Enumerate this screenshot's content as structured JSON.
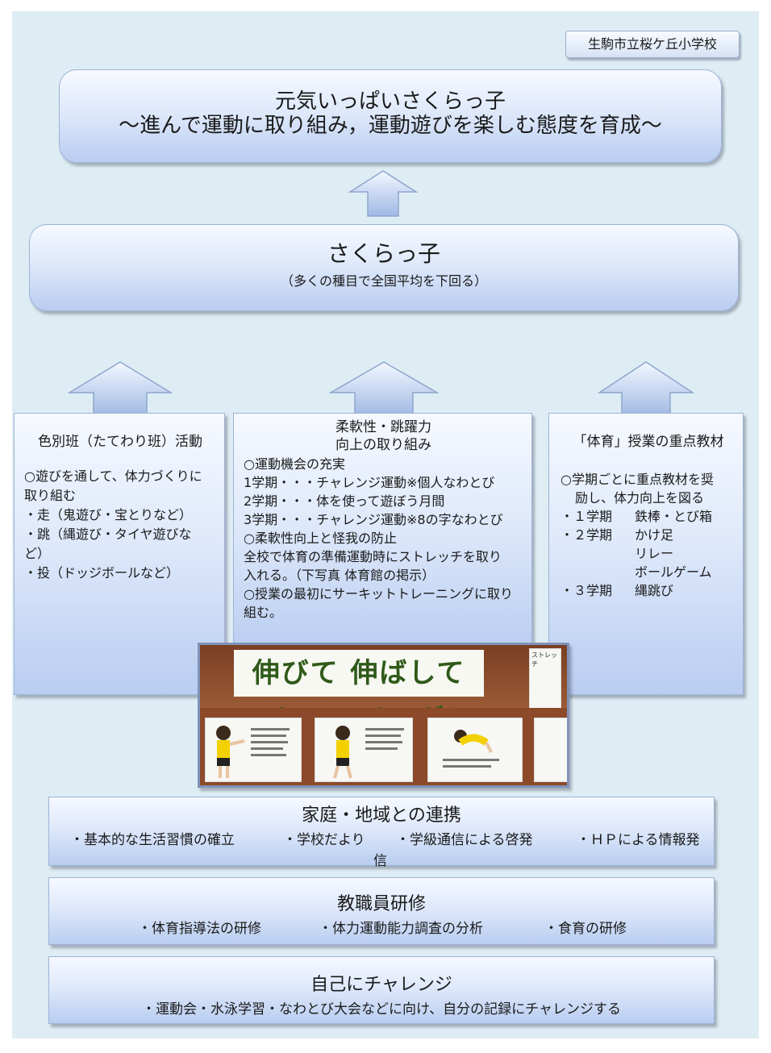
{
  "school_name": "生駒市立桜ケ丘小学校",
  "goal": {
    "title": "元気いっぱいさくらっ子",
    "subtitle": "～進んで運動に取り組み，運動遊びを楽しむ態度を育成～"
  },
  "sakurakko": {
    "title": "さくらっ子",
    "subtitle": "（多くの種目で全国平均を下回る）"
  },
  "left_column": {
    "title": "色別班（たてわり班）活動",
    "lines": [
      "○遊びを通して、体力づくりに",
      "取り組む",
      "・走（鬼遊び・宝とりなど）",
      "・跳（縄遊び・タイヤ遊びな",
      "ど）",
      "・投（ドッジボールなど）"
    ]
  },
  "middle_column": {
    "title_line1": "柔軟性・跳躍力",
    "title_line2": "向上の取り組み",
    "lines": [
      "○運動機会の充実",
      "1学期・・・チャレンジ運動※個人なわとび",
      "2学期・・・体を使って遊ぼう月間",
      "3学期・・・チャレンジ運動※8の字なわとび",
      "○柔軟性向上と怪我の防止",
      "全校で体育の準備運動時にストレッチを取り",
      "入れる。（下写真 体育館の掲示）",
      "○授業の最初にサーキットトレーニングに取り",
      "組む。"
    ]
  },
  "right_column": {
    "title": "「体育」授業の重点教材",
    "intro_line1": "○学期ごとに重点教材を奨",
    "intro_line2": "励し、体力向上を図る",
    "terms": [
      {
        "term": "・１学期",
        "items": [
          "鉄棒・とび箱"
        ]
      },
      {
        "term": "・２学期",
        "items": [
          "かけ足",
          "リレー",
          "ボールゲーム"
        ]
      },
      {
        "term": "・３学期",
        "items": [
          "縄跳び"
        ]
      }
    ]
  },
  "photo": {
    "banner_text": "伸びて 伸ばして ストレッチング！",
    "side_poster_text": "ストレッチ"
  },
  "home_community": {
    "title": "家庭・地域との連携",
    "items": [
      "・基本的な生活習慣の確立",
      "・学校だより",
      "・学級通信による啓発",
      "・ＨＰによる情報発"
    ],
    "overflow": "信"
  },
  "staff_training": {
    "title": "教職員研修",
    "items": [
      "・体育指導法の研修",
      "・体力運動能力調査の分析",
      "・食育の研修"
    ]
  },
  "self_challenge": {
    "title": "自己にチャレンジ",
    "description": "・運動会・水泳学習・なわとび大会などに向け、自分の記録にチャレンジする"
  },
  "colors": {
    "background": "#deedf3",
    "box_top": "#f6f9ff",
    "box_bottom": "#b9cdf0",
    "border": "#9db3d8"
  }
}
